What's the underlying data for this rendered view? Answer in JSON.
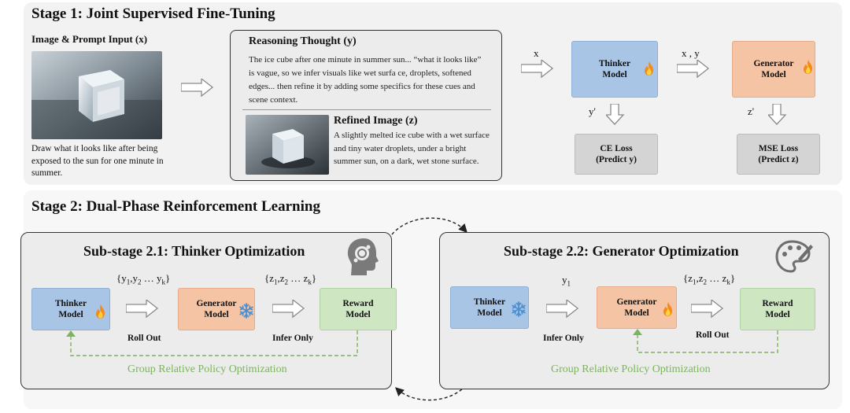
{
  "stage1": {
    "title": "Stage 1: Joint Supervised Fine-Tuning",
    "input_label": "Image & Prompt Input (x)",
    "prompt_text": "Draw what it looks like  after being exposed to the sun for one minute in summer.",
    "reasoning_title": "Reasoning Thought (y)",
    "reasoning_text": "The ice cube after one minute in summer sun... “what it looks like” is vague,  so we infer visuals  like wet  surfa ce,  droplets,  softened edges... then refine it  by  adding some specifics for  these cues and scene context.",
    "refined_title": "Refined Image (z)",
    "refined_text": "A  slightly melted ice cube with a  wet surface and tiny water droplets,  under a bright summer sun,    on a dark,   wet stone surface.",
    "x_label": "x",
    "xy_label": "x , y",
    "y_prime": "y'",
    "z_prime": "z'",
    "thinker": "Thinker Model",
    "generator": "Generator Model",
    "ce_loss": "CE Loss",
    "ce_sub": "(Predict y)",
    "mse_loss": "MSE Loss",
    "mse_sub": "(Predict z)"
  },
  "stage2": {
    "title": "Stage 2: Dual-Phase Reinforcement Learning",
    "sub1": {
      "title": "Sub-stage 2.1: Thinker  Optimization",
      "thinker": "Thinker Model",
      "generator": "Generator Model",
      "reward": "Reward Model",
      "ys": "{y",
      "ys_full": "{y1,y2 … yk}",
      "zs_full": "{z1,z2 … zk}",
      "rollout": "Roll Out",
      "infer": "Infer Only",
      "grpo": "Group Relative Policy Optimization"
    },
    "sub2": {
      "title": "Sub-stage 2.2: Generator Optimization",
      "thinker": "Thinker Model",
      "generator": "Generator Model",
      "reward": "Reward Model",
      "y1": "y1",
      "zs_full": "{z1,z2 … zk}",
      "infer": "Infer Only",
      "rollout": "Roll Out",
      "grpo": "Group Relative Policy Optimization"
    }
  },
  "icons": [
    "fire-icon",
    "snowflake-icon",
    "head-brain-icon",
    "palette-icon"
  ],
  "colors": {
    "thinker": "#a9c5e6",
    "generator": "#f4c4a4",
    "reward": "#cfe6c3",
    "loss": "#d4d4d4",
    "grpo": "#7cb45c"
  }
}
